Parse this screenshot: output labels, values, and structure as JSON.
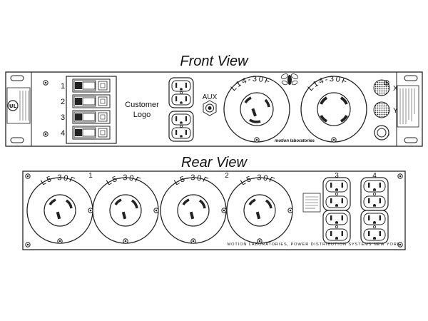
{
  "front": {
    "title": "Front View",
    "breaker_numbers": [
      "1",
      "2",
      "3",
      "4"
    ],
    "logo_line1": "Customer",
    "logo_line2": "Logo",
    "aux_label": "AUX",
    "twist_lock_1": "L14-30F",
    "twist_lock_2": "L14-30F",
    "jack_x": "X",
    "jack_y": "Y",
    "brand": "motion laboratories"
  },
  "rear": {
    "title": "Rear View",
    "circuit_labels": [
      "1",
      "2",
      "3",
      "4"
    ],
    "twist_locks": [
      "L5-30F",
      "L5-30F",
      "L5-30F",
      "L5-30F"
    ],
    "footer": "MOTION LABORATORIES, POWER DISTRIBUTION SYSTEMS NEW YORK"
  }
}
